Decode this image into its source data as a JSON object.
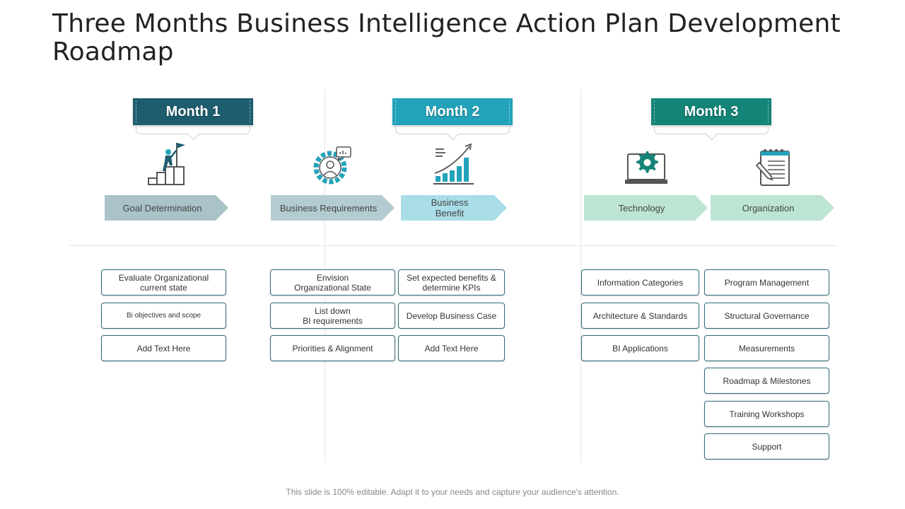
{
  "title": "Three Months Business Intelligence Action Plan Development Roadmap",
  "months": [
    {
      "label": "Month 1",
      "color": "#1d5d6e"
    },
    {
      "label": "Month 2",
      "color": "#23a3bb"
    },
    {
      "label": "Month 3",
      "color": "#148477"
    }
  ],
  "stages": [
    {
      "label": "Goal Determination",
      "icon": "goal-climb-icon",
      "color": "#a9c3c8"
    },
    {
      "label": "Business Requirements",
      "icon": "person-gear-icon",
      "color": "#b3ccd1"
    },
    {
      "label": "Business\nBenefit",
      "icon": "growth-chart-icon",
      "color": "#a9dde8"
    },
    {
      "label": "Technology",
      "icon": "laptop-gear-icon",
      "color": "#bde5d3"
    },
    {
      "label": "Organization",
      "icon": "notepad-pencil-icon",
      "color": "#bde5d3"
    }
  ],
  "columns": {
    "goal": [
      "Evaluate Organizational\ncurrent state",
      "Bi objectives and scope",
      "Add Text Here"
    ],
    "requirements": [
      "Envision\nOrganizational State",
      "List down\nBI requirements",
      "Priorities & Alignment"
    ],
    "benefit": [
      "Set expected benefits &\ndetermine KPIs",
      "Develop Business Case",
      "Add Text Here"
    ],
    "technology": [
      "Information Categories",
      "Architecture & Standards",
      "BI Applications"
    ],
    "organization": [
      "Program Management",
      "Structural Governance",
      "Measurements",
      "Roadmap & Milestones",
      "Training Workshops",
      "Support"
    ]
  },
  "footer": "This slide is 100% editable. Adapt it to your needs and capture your audience's attention."
}
